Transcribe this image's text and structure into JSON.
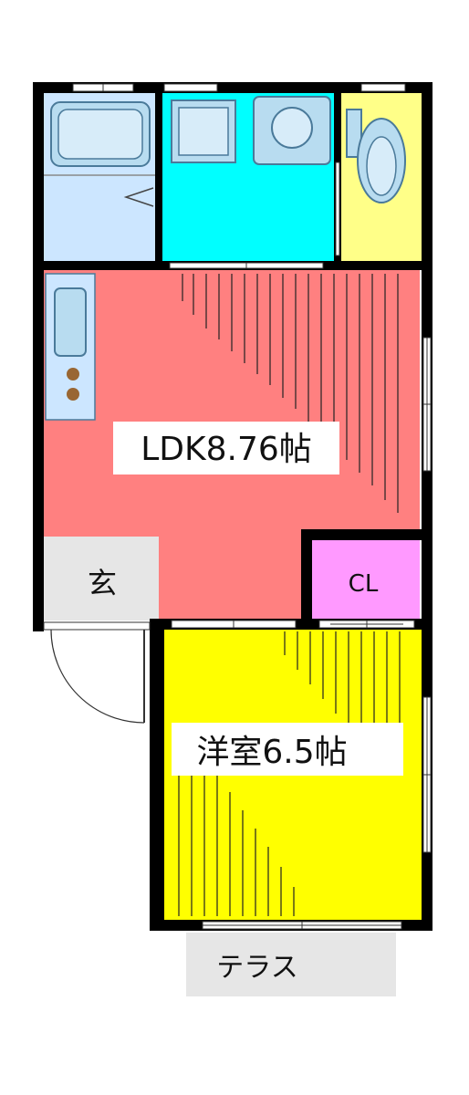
{
  "rooms": {
    "ldk": {
      "label": "LDK8.76帖",
      "color": "#ff8080"
    },
    "entrance": {
      "label": "玄",
      "color": "#e6e6e6"
    },
    "closet": {
      "label": "CL",
      "color": "#ff99ff"
    },
    "western_room": {
      "label": "洋室6.5帖",
      "color": "#ffff00"
    },
    "washroom": {
      "color": "#00ffff"
    },
    "toilet": {
      "color": "#ffff88"
    },
    "bath": {
      "color": "#cce6ff"
    }
  },
  "terrace": {
    "label": "テラス",
    "color": "#e6e6e6"
  },
  "colors": {
    "wall": "#000000",
    "fixture_fill": "#b8dcf0",
    "fixture_stroke": "#4a7a9a",
    "stove": "#996633"
  }
}
